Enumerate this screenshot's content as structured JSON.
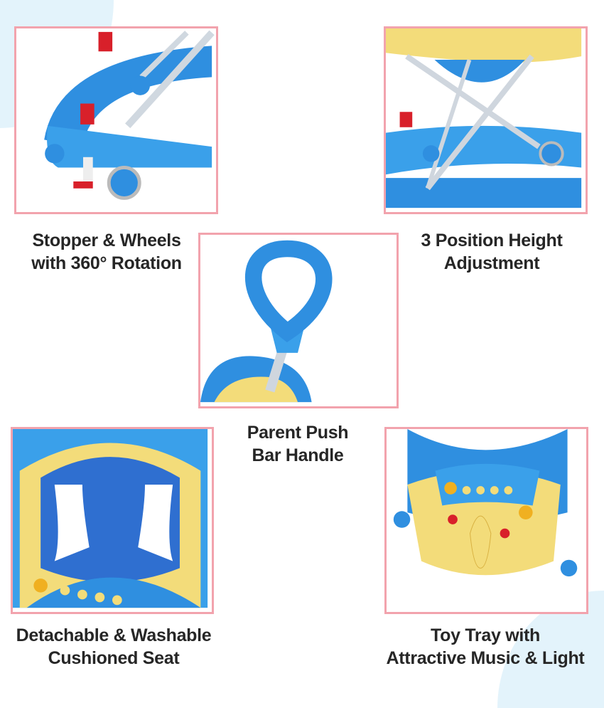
{
  "features": [
    {
      "line1": "Stopper & Wheels",
      "line2": "with 360° Rotation",
      "image": "stopper-wheels-photo"
    },
    {
      "line1": "3 Position Height",
      "line2": "Adjustment",
      "image": "height-adjustment-photo"
    },
    {
      "line1": "Parent Push",
      "line2": "Bar Handle",
      "image": "push-bar-handle-photo"
    },
    {
      "line1": "Detachable & Washable",
      "line2": "Cushioned Seat",
      "image": "cushioned-seat-photo"
    },
    {
      "line1": "Toy Tray with",
      "line2": "Attractive Music & Light",
      "image": "toy-tray-photo"
    }
  ],
  "colors": {
    "frame": "#f2a3ad",
    "blue": "#2f8fe0",
    "yellow": "#f3dc7a",
    "red": "#d8202a"
  }
}
